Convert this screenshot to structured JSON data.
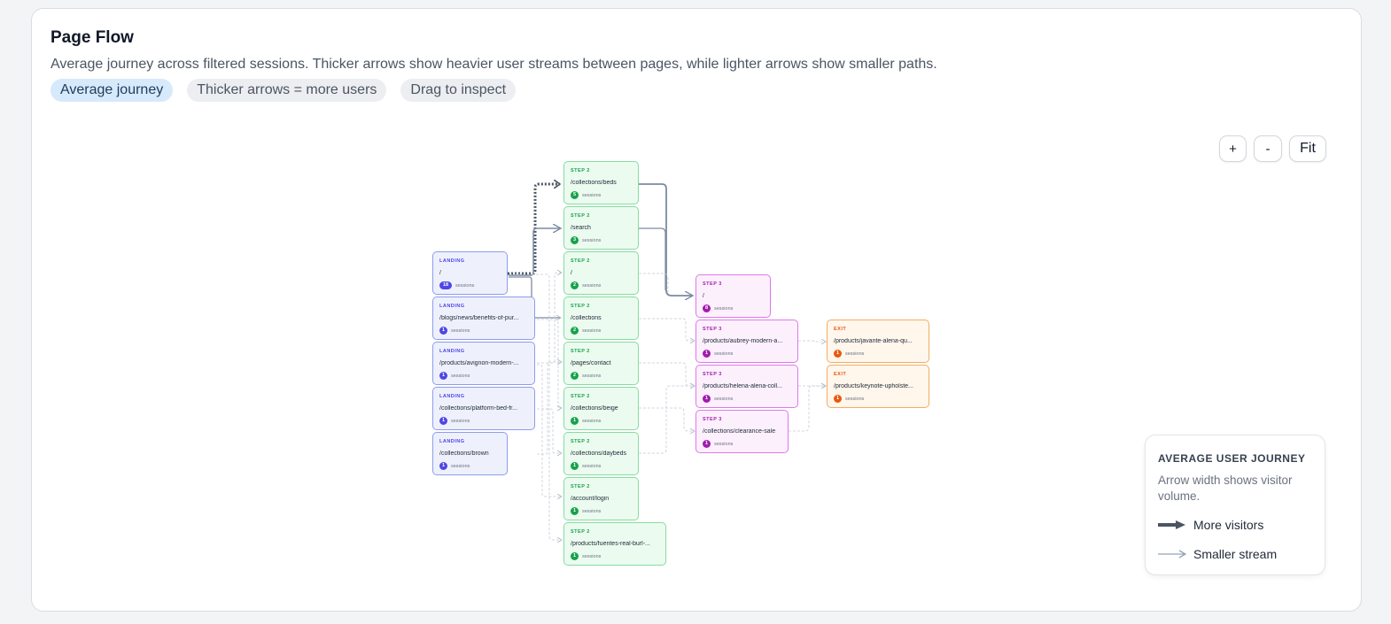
{
  "header": {
    "title": "Page Flow",
    "description": "Average journey across filtered sessions. Thicker arrows show heavier user streams between pages, while lighter arrows show smaller paths.",
    "chips": [
      "Average journey",
      "Thicker arrows = more users",
      "Drag to inspect"
    ]
  },
  "zoom_controls": {
    "zoom_in": "+",
    "zoom_out": "-",
    "fit": "Fit"
  },
  "sessions_label": "sessions",
  "nodes": {
    "landing": [
      {
        "tag": "LANDING",
        "path": "/",
        "count": "18"
      },
      {
        "tag": "LANDING",
        "path": "/blogs/news/benefits-of-pur...",
        "count": "1"
      },
      {
        "tag": "LANDING",
        "path": "/products/avignon-modern-...",
        "count": "1"
      },
      {
        "tag": "LANDING",
        "path": "/collections/platform-bed-fr...",
        "count": "1"
      },
      {
        "tag": "LANDING",
        "path": "/collections/brown",
        "count": "1"
      }
    ],
    "step2": [
      {
        "tag": "STEP 2",
        "path": "/collections/beds",
        "count": "5"
      },
      {
        "tag": "STEP 2",
        "path": "/search",
        "count": "3"
      },
      {
        "tag": "STEP 2",
        "path": "/",
        "count": "2"
      },
      {
        "tag": "STEP 2",
        "path": "/collections",
        "count": "2"
      },
      {
        "tag": "STEP 2",
        "path": "/pages/contact",
        "count": "2"
      },
      {
        "tag": "STEP 2",
        "path": "/collections/beige",
        "count": "1"
      },
      {
        "tag": "STEP 2",
        "path": "/collections/daybeds",
        "count": "1"
      },
      {
        "tag": "STEP 2",
        "path": "/account/login",
        "count": "1"
      },
      {
        "tag": "STEP 2",
        "path": "/products/fuentes-real-burl-...",
        "count": "1"
      }
    ],
    "step3": [
      {
        "tag": "STEP 3",
        "path": "/",
        "count": "8"
      },
      {
        "tag": "STEP 3",
        "path": "/products/aubrey-modern-a...",
        "count": "1"
      },
      {
        "tag": "STEP 3",
        "path": "/products/helena-alena-coll...",
        "count": "1"
      },
      {
        "tag": "STEP 3",
        "path": "/collections/clearance-sale",
        "count": "1"
      }
    ],
    "exit": [
      {
        "tag": "EXIT",
        "path": "/products/javante-alena-qu...",
        "count": "1"
      },
      {
        "tag": "EXIT",
        "path": "/products/keynote-upholste...",
        "count": "1"
      }
    ]
  },
  "legend": {
    "title": "AVERAGE USER JOURNEY",
    "description": "Arrow width shows visitor volume.",
    "more": "More visitors",
    "smaller": "Smaller stream"
  },
  "colors": {
    "heavy_arrow": "#4b5563",
    "light_arrow": "#94a3b8",
    "landing": "#4f46e5",
    "step2": "#16a34a",
    "step3": "#a21caf",
    "exit": "#ea580c"
  }
}
